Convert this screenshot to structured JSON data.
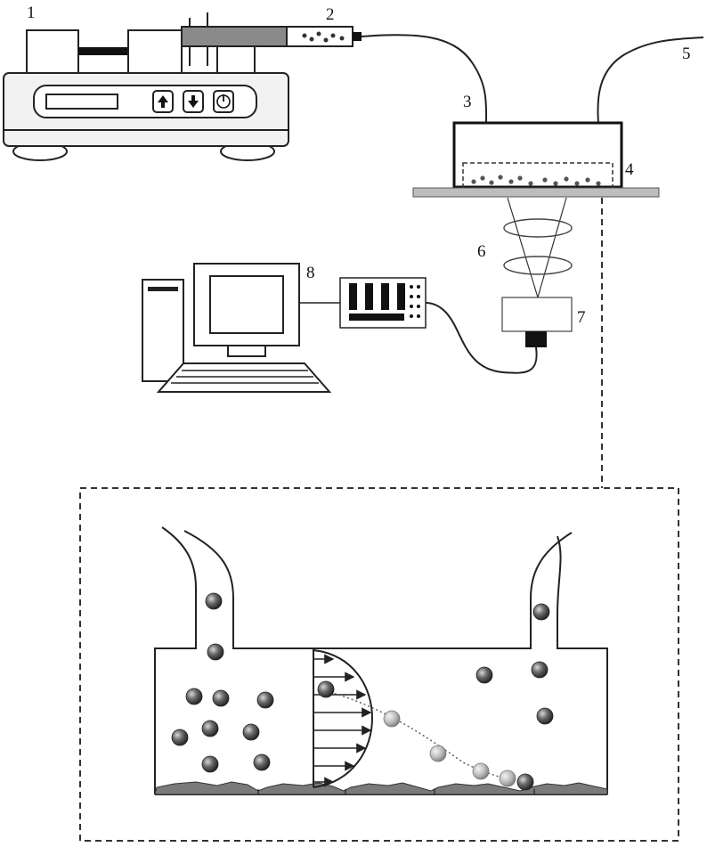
{
  "labels": {
    "syringe_pump": "1",
    "syringe": "2",
    "inlet_tube": "3",
    "flow_chamber": "4",
    "outlet_tube": "5",
    "objective_optics": "6",
    "camera": "7",
    "computer": "8"
  },
  "pump_panel": {
    "up_icon": "arrow-up-icon",
    "down_icon": "arrow-down-icon",
    "power_icon": "power-icon"
  }
}
